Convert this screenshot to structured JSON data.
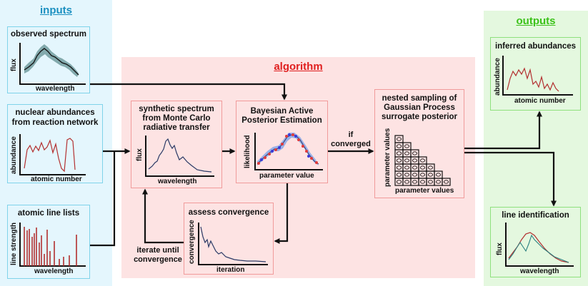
{
  "sections": {
    "inputs": "inputs",
    "algorithm": "algorithm",
    "outputs": "outputs"
  },
  "colors": {
    "inputs_bg": "#e4f6fd",
    "inputs_border": "#7fd3ea",
    "inputs_title": "#1a8fc0",
    "algorithm_bg": "#fde3e3",
    "algorithm_border": "#f19b9b",
    "algorithm_title": "#e02020",
    "outputs_bg": "#e4f8df",
    "outputs_border": "#8ee07d",
    "outputs_title": "#3cc21a",
    "curve_dark": "#2b3a66",
    "curve_red": "#b33030",
    "band": "#5a8a8a",
    "scatter_red": "#e23a3a",
    "scatter_blue": "#3a3ad8"
  },
  "inputs": {
    "observed": {
      "title": "observed spectrum",
      "xlabel": "wavelength",
      "ylabel": "flux"
    },
    "nuclear": {
      "title_line1": "nuclear abundances",
      "title_line2": "from reaction network",
      "xlabel": "atomic number",
      "ylabel": "abundance"
    },
    "lines": {
      "title": "atomic line lists",
      "xlabel": "wavelength",
      "ylabel": "line strength"
    }
  },
  "algorithm": {
    "synthetic": {
      "title_line1": "synthetic spectrum",
      "title_line2": "from Monte Carlo",
      "title_line3": "radiative transfer",
      "xlabel": "wavelength",
      "ylabel": "flux"
    },
    "bape": {
      "title_line1": "Bayesian Active",
      "title_line2": "Posterior Estimation",
      "xlabel": "parameter value",
      "ylabel": "likelihood"
    },
    "nested": {
      "title_line1": "nested sampling of",
      "title_line2": "Gaussian Process",
      "title_line3": "surrogate posterior",
      "xlabel": "parameter values",
      "ylabel": "parameter values"
    },
    "convergence": {
      "title": "assess convergence",
      "xlabel": "iteration",
      "ylabel": "convergence"
    },
    "if_converged_line1": "if",
    "if_converged_line2": "converged",
    "iterate_line1": "iterate until",
    "iterate_line2": "convergence"
  },
  "outputs": {
    "abundances": {
      "title": "inferred abundances",
      "xlabel": "atomic number",
      "ylabel": "abundance"
    },
    "lineid": {
      "title": "line identification",
      "xlabel": "wavelength",
      "ylabel": "flux"
    }
  }
}
